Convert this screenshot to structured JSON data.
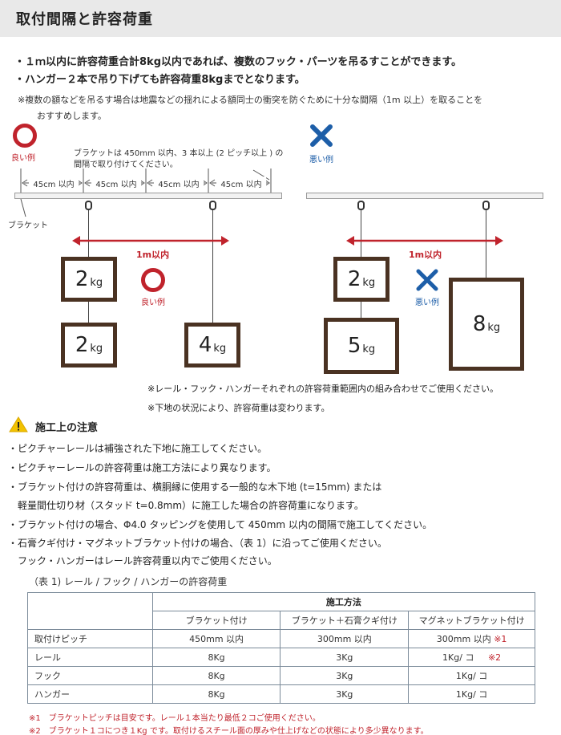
{
  "header": {
    "title": "取付間隔と許容荷重"
  },
  "intro": {
    "line1": "・１ｍ以内に許容荷重合計8kg以内であれば、複数のフック・パーツを吊るすことができます。",
    "line2": "・ハンガー２本で吊り下げても許容荷重8kgまでとなります。",
    "note1": "※複数の額などを吊るす場合は地震などの揺れによる額同士の衝突を防ぐために十分な間隔（1m 以上）を取ることを",
    "note2": "おすすめします。"
  },
  "diagram_left": {
    "good_label": "良い例",
    "bracket_note1": "ブラケットは 450mm 以内、3 本以上 (2 ピッチ以上 ) の",
    "bracket_note2": "間隔で取り付けてください。",
    "pitch_labels": [
      "45cm 以内",
      "45cm 以内",
      "45cm 以内",
      "45cm 以内"
    ],
    "bracket_label": "ブラケット",
    "span_label": "1m以内",
    "middle_good_label": "良い例",
    "frames": [
      {
        "num": "2",
        "unit": "kg"
      },
      {
        "num": "2",
        "unit": "kg"
      },
      {
        "num": "4",
        "unit": "kg"
      }
    ]
  },
  "diagram_right": {
    "bad_label": "悪い例",
    "span_label": "1m以内",
    "middle_bad_label": "悪い例",
    "frames": [
      {
        "num": "2",
        "unit": "kg"
      },
      {
        "num": "5",
        "unit": "kg"
      },
      {
        "num": "8",
        "unit": "kg"
      }
    ]
  },
  "diagram_notes": {
    "note1": "※レール・フック・ハンガーそれぞれの許容荷重範囲内の組み合わせでご使用ください。",
    "note2": "※下地の状況により、許容荷重は変わります。"
  },
  "caution": {
    "title": "施工上の注意",
    "items": [
      "・ピクチャーレールは補強された下地に施工してください。",
      "・ピクチャーレールの許容荷重は施工方法により異なります。",
      "・ブラケット付けの許容荷重は、横胴縁に使用する一般的な木下地 (t=15mm) または",
      "　軽量間仕切り材（スタッド t=0.8mm）に施工した場合の許容荷重になります。",
      "・ブラケット付けの場合、Φ4.0 タッピングを使用して 450mm 以内の間隔で施工してください。",
      "・石膏クギ付け・マグネットブラケット付けの場合、（表 1）に沿ってご使用ください。",
      "　フック・ハンガーはレール許容荷重以内でご使用ください。"
    ]
  },
  "table": {
    "caption": "（表 1) レール / フック / ハンガーの許容荷重",
    "group_header": "施工方法",
    "columns": [
      "ブラケット付け",
      "ブラケット＋石膏クギ付け",
      "マグネットブラケット付け"
    ],
    "rows": [
      {
        "label": "取付けピッチ",
        "values": [
          "450mm 以内",
          "300mm 以内",
          "300mm 以内"
        ],
        "mark": "※1"
      },
      {
        "label": "レール",
        "values": [
          "8Kg",
          "3Kg",
          "1Kg/ コ"
        ],
        "mark": "※2"
      },
      {
        "label": "フック",
        "values": [
          "8Kg",
          "3Kg",
          "1Kg/ コ"
        ],
        "mark": ""
      },
      {
        "label": "ハンガー",
        "values": [
          "8Kg",
          "3Kg",
          "1Kg/ コ"
        ],
        "mark": ""
      }
    ]
  },
  "footnotes": {
    "fn1": "※1　ブラケットピッチは目安です。レール１本当たり最低２コご使用ください。",
    "fn2": "※2　ブラケット１コにつき１Kg です。取付けるスチール面の厚みや仕上げなどの状態により多少異なります。"
  },
  "colors": {
    "good": "#c0232c",
    "bad": "#1d5ea8",
    "frame": "#4a3222",
    "caution": "#f2c200"
  }
}
